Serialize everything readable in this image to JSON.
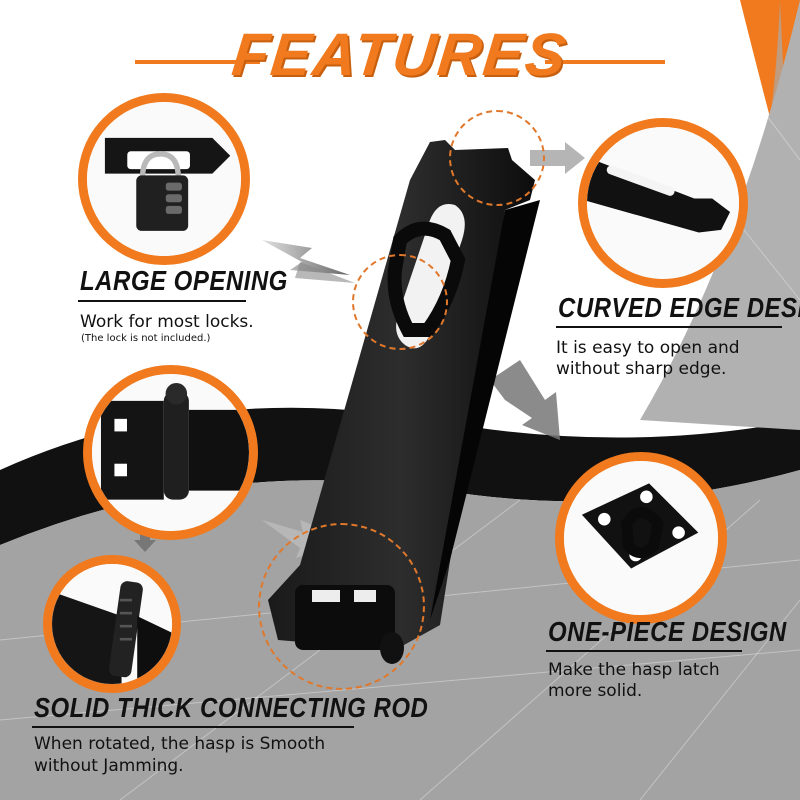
{
  "title": "FEATURES",
  "features": [
    {
      "heading": "LARGE OPENING",
      "text": "Work for most locks.",
      "note": "(The lock is not included.)"
    },
    {
      "heading": "CURVED EDGE DESIGN",
      "lines": [
        "It is easy to open and",
        "without  sharp edge."
      ]
    },
    {
      "heading": "ONE-PIECE DESIGN",
      "lines": [
        "Make the hasp latch",
        "more solid."
      ]
    },
    {
      "heading": "SOLID THICK  CONNECTING ROD",
      "lines": [
        "When rotated, the hasp is Smooth",
        "without Jamming."
      ]
    }
  ],
  "colors": {
    "accent": "#f07a1d",
    "dark": "#111111",
    "gray": "#9a9a9a"
  }
}
